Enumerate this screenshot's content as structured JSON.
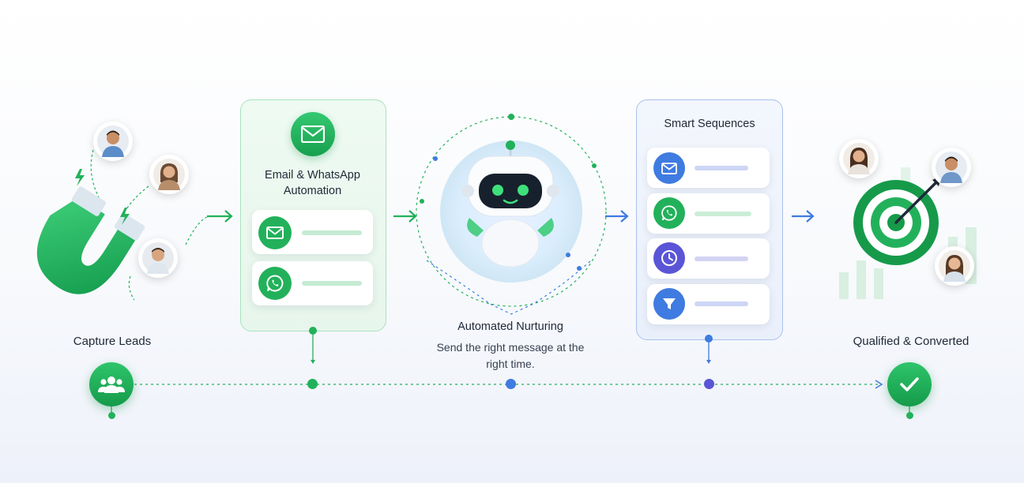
{
  "stages": {
    "capture": {
      "label": "Capture Leads"
    },
    "automation": {
      "title": "Email & WhatsApp Automation"
    },
    "nurturing": {
      "label": "Automated Nurturing",
      "subtitle": "Send the right message at the right time."
    },
    "sequences": {
      "title": "Smart Sequences"
    },
    "converted": {
      "label": "Qualified & Converted"
    }
  },
  "icons": {
    "automation_rows": [
      "email-icon",
      "whatsapp-icon"
    ],
    "sequence_rows": [
      "email-icon",
      "whatsapp-icon",
      "clock-icon",
      "filter-icon"
    ],
    "capture_badge": "users-icon",
    "converted_badge": "checkmark-icon"
  },
  "colors": {
    "green": "#22b15a",
    "green_dark": "#139a48",
    "blue": "#3f7be0",
    "purple": "#5a55d6",
    "card_green_bg": "#eaf7ef",
    "card_blue_bg": "#eef3fc"
  }
}
